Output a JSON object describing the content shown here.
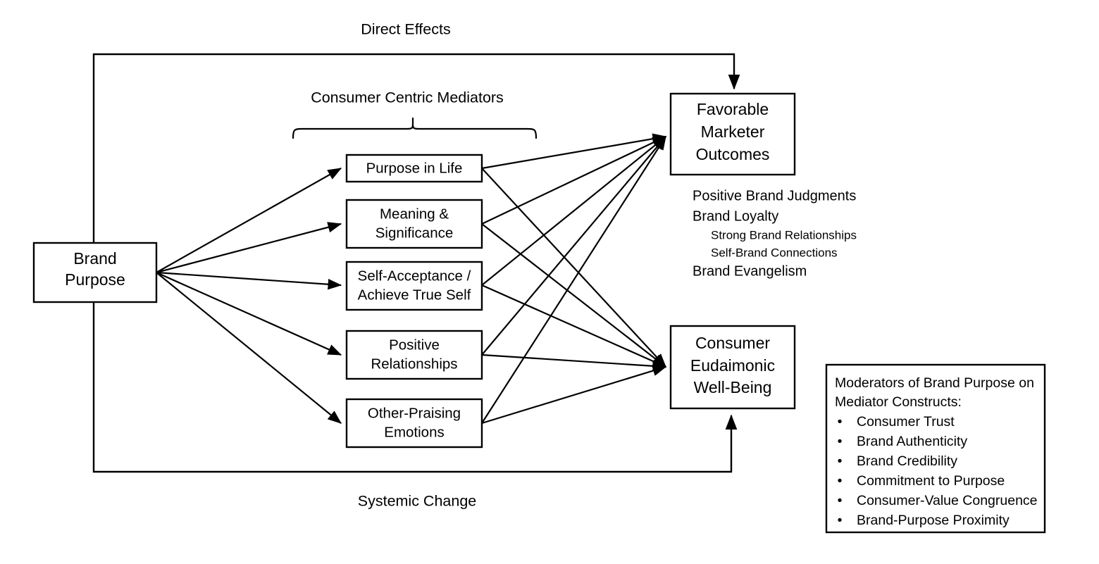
{
  "diagram": {
    "frame_labels": {
      "top": "Direct Effects",
      "bottom": "Systemic Change"
    },
    "brace_label": "Consumer Centric Mediators",
    "antecedent": {
      "lines": [
        "Brand",
        "Purpose"
      ]
    },
    "mediators": [
      {
        "lines": [
          "Purpose in Life"
        ]
      },
      {
        "lines": [
          "Meaning &",
          "Significance"
        ]
      },
      {
        "lines": [
          "Self-Acceptance /",
          "Achieve True Self"
        ]
      },
      {
        "lines": [
          "Positive",
          "Relationships"
        ]
      },
      {
        "lines": [
          "Other-Praising",
          "Emotions"
        ]
      }
    ],
    "outcomes_box": {
      "lines": [
        "Favorable",
        "Marketer",
        "Outcomes"
      ]
    },
    "wellbeing_box": {
      "lines": [
        "Consumer",
        "Eudaimonic",
        "Well-Being"
      ]
    },
    "outcomes_list": [
      {
        "text": "Positive Brand Judgments",
        "level": 0
      },
      {
        "text": "Brand Loyalty",
        "level": 0
      },
      {
        "text": "Strong Brand Relationships",
        "level": 1
      },
      {
        "text": "Self-Brand Connections",
        "level": 1
      },
      {
        "text": "Brand Evangelism",
        "level": 0
      }
    ],
    "moderators": {
      "title_lines": [
        "Moderators of Brand Purpose on",
        "Mediator Constructs:"
      ],
      "bullet_glyph": "•",
      "items": [
        "Consumer Trust",
        "Brand Authenticity",
        "Brand Credibility",
        "Commitment to Purpose",
        "Consumer-Value Congruence",
        "Brand-Purpose Proximity"
      ]
    },
    "colors": {
      "stroke": "#000000",
      "fill": "#ffffff",
      "text": "#000000"
    }
  }
}
